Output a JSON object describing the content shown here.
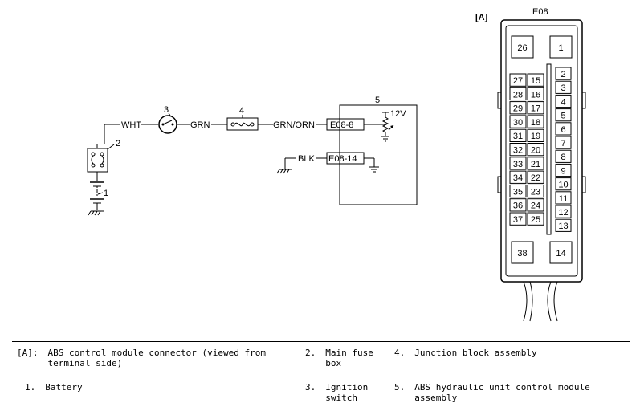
{
  "wiring": {
    "items": {
      "n1": "1",
      "n2": "2",
      "n3": "3",
      "n4": "4",
      "n5": "5"
    },
    "wires": {
      "wht": "WHT",
      "grn": "GRN",
      "grn_orn": "GRN/ORN",
      "blk": "BLK"
    },
    "terminals": {
      "e08_8": "E08-8",
      "e08_14": "E08-14"
    },
    "supply": "12V"
  },
  "connector": {
    "view_label": "[A]",
    "name": "E08",
    "big_pins": [
      "26",
      "1",
      "38",
      "14"
    ],
    "left_pins": [
      [
        "27",
        "15"
      ],
      [
        "28",
        "16"
      ],
      [
        "29",
        "17"
      ],
      [
        "30",
        "18"
      ],
      [
        "31",
        "19"
      ],
      [
        "32",
        "20"
      ],
      [
        "33",
        "21"
      ],
      [
        "34",
        "22"
      ],
      [
        "35",
        "23"
      ],
      [
        "36",
        "24"
      ],
      [
        "37",
        "25"
      ]
    ],
    "right_pins": [
      "2",
      "3",
      "4",
      "5",
      "6",
      "7",
      "8",
      "9",
      "10",
      "11",
      "12",
      "13"
    ]
  },
  "legend": {
    "a_key": "[A]:",
    "a_text": "ABS control module connector (viewed from terminal side)",
    "k2": "2.",
    "t2": "Main fuse box",
    "k4": "4.",
    "t4": "Junction block assembly",
    "k1": "1.",
    "t1": "Battery",
    "k3": "3.",
    "t3": "Ignition switch",
    "k5": "5.",
    "t5": "ABS hydraulic unit control module assembly"
  }
}
